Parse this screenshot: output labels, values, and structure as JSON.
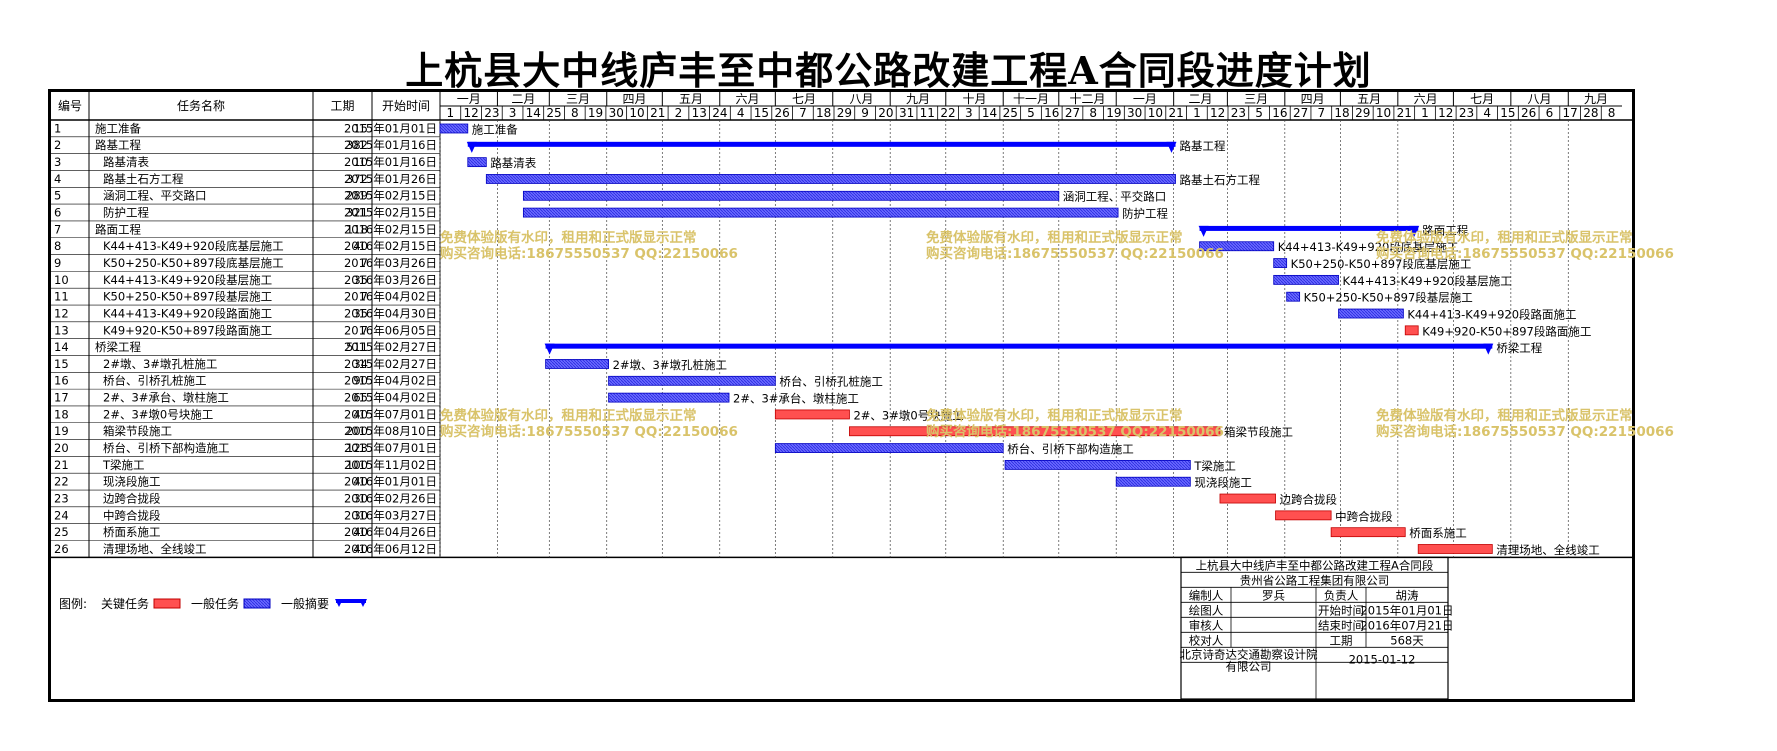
{
  "title": "上杭县大中线庐丰至中都公路改建工程A合同段进度计划",
  "colors": {
    "critical": "#ff5050",
    "normal": "#4040ff",
    "summary": "#0000ff",
    "critical_text": "#ff0000",
    "watermark": "#d9c36a"
  },
  "table_headers": [
    "编号",
    "任务名称",
    "工期",
    "开始时间"
  ],
  "timeline": {
    "months": [
      "一月",
      "二月",
      "三月",
      "四月",
      "五月",
      "六月",
      "七月",
      "八月",
      "九月",
      "十月",
      "十一月",
      "十二月",
      "一月",
      "二月",
      "三月",
      "四月",
      "五月",
      "六月",
      "七月",
      "八月",
      "九月"
    ],
    "days": [
      "1",
      "12",
      "23",
      "3",
      "14",
      "25",
      "8",
      "19",
      "30",
      "10",
      "21",
      "2",
      "13",
      "24",
      "4",
      "15",
      "26",
      "7",
      "18",
      "29",
      "9",
      "20",
      "31",
      "11",
      "22",
      "3",
      "14",
      "25",
      "5",
      "16",
      "27",
      "8",
      "19",
      "30",
      "10",
      "21",
      "1",
      "12",
      "23",
      "5",
      "16",
      "27",
      "7",
      "18",
      "29",
      "10",
      "21",
      "1",
      "12",
      "23",
      "4",
      "15",
      "26",
      "6",
      "17",
      "28",
      "8"
    ]
  },
  "chart_data": {
    "type": "gantt",
    "title": "上杭县大中线庐丰至中都公路改建工程A合同段进度计划",
    "time_range": [
      "2015-01-01",
      "2016-09-30"
    ],
    "tasks": [
      {
        "id": "1",
        "name": "施工准备",
        "duration": 15,
        "start": "2015年01月01日",
        "start_iso": "2015-01-01",
        "type": "normal",
        "level": 1
      },
      {
        "id": "2",
        "name": "路基工程",
        "duration": 382,
        "start": "2015年01月16日",
        "start_iso": "2015-01-16",
        "type": "summary",
        "level": 1
      },
      {
        "id": "3",
        "name": "路基清表",
        "duration": 10,
        "start": "2015年01月16日",
        "start_iso": "2015-01-16",
        "type": "normal",
        "level": 2
      },
      {
        "id": "4",
        "name": "路基土石方工程",
        "duration": 372,
        "start": "2015年01月26日",
        "start_iso": "2015-01-26",
        "type": "normal",
        "level": 2
      },
      {
        "id": "5",
        "name": "涵洞工程、平交路口",
        "duration": 289,
        "start": "2015年02月15日",
        "start_iso": "2015-02-15",
        "type": "normal",
        "level": 2
      },
      {
        "id": "6",
        "name": "防护工程",
        "duration": 321,
        "start": "2015年02月15日",
        "start_iso": "2015-02-15",
        "type": "normal",
        "level": 2
      },
      {
        "id": "7",
        "name": "路面工程",
        "duration": 118,
        "start": "2016年02月15日",
        "start_iso": "2016-02-15",
        "type": "summary",
        "level": 1
      },
      {
        "id": "8",
        "name": "K44+413-K49+920段底基层施工",
        "duration": 40,
        "start": "2016年02月15日",
        "start_iso": "2016-02-15",
        "type": "normal",
        "level": 2
      },
      {
        "id": "9",
        "name": "K50+250-K50+897段底基层施工",
        "duration": 7,
        "start": "2016年03月26日",
        "start_iso": "2016-03-26",
        "type": "normal",
        "level": 2
      },
      {
        "id": "10",
        "name": "K44+413-K49+920段基层施工",
        "duration": 35,
        "start": "2016年03月26日",
        "start_iso": "2016-03-26",
        "type": "normal",
        "level": 2
      },
      {
        "id": "11",
        "name": "K50+250-K50+897段基层施工",
        "duration": 7,
        "start": "2016年04月02日",
        "start_iso": "2016-04-02",
        "type": "normal",
        "level": 2
      },
      {
        "id": "12",
        "name": "K44+413-K49+920段路面施工",
        "duration": 35,
        "start": "2016年04月30日",
        "start_iso": "2016-04-30",
        "type": "normal",
        "level": 2
      },
      {
        "id": "13",
        "name": "K49+920-K50+897段路面施工",
        "duration": 7,
        "start": "2016年06月05日",
        "start_iso": "2016-06-05",
        "type": "critical",
        "level": 2
      },
      {
        "id": "14",
        "name": "桥梁工程",
        "duration": 511,
        "start": "2015年02月27日",
        "start_iso": "2015-02-27",
        "type": "summary",
        "level": 1
      },
      {
        "id": "15",
        "name": "2#墩、3#墩孔桩施工",
        "duration": 34,
        "start": "2015年02月27日",
        "start_iso": "2015-02-27",
        "type": "normal",
        "level": 2
      },
      {
        "id": "16",
        "name": "桥台、引桥孔桩施工",
        "duration": 90,
        "start": "2015年04月02日",
        "start_iso": "2015-04-02",
        "type": "normal",
        "level": 2
      },
      {
        "id": "17",
        "name": "2#、3#承台、墩柱施工",
        "duration": 65,
        "start": "2015年04月02日",
        "start_iso": "2015-04-02",
        "type": "normal",
        "level": 2
      },
      {
        "id": "18",
        "name": "2#、3#墩0号块施工",
        "duration": 40,
        "start": "2015年07月01日",
        "start_iso": "2015-07-01",
        "type": "critical",
        "level": 2
      },
      {
        "id": "19",
        "name": "箱梁节段施工",
        "duration": 200,
        "start": "2015年08月10日",
        "start_iso": "2015-08-10",
        "type": "critical",
        "level": 2
      },
      {
        "id": "20",
        "name": "桥台、引桥下部构造施工",
        "duration": 123,
        "start": "2015年07月01日",
        "start_iso": "2015-07-01",
        "type": "normal",
        "level": 2
      },
      {
        "id": "21",
        "name": "T梁施工",
        "duration": 100,
        "start": "2015年11月02日",
        "start_iso": "2015-11-02",
        "type": "normal",
        "level": 2
      },
      {
        "id": "22",
        "name": "现浇段施工",
        "duration": 40,
        "start": "2016年01月01日",
        "start_iso": "2016-01-01",
        "type": "normal",
        "level": 2
      },
      {
        "id": "23",
        "name": "边跨合拢段",
        "duration": 30,
        "start": "2016年02月26日",
        "start_iso": "2016-02-26",
        "type": "critical",
        "level": 2
      },
      {
        "id": "24",
        "name": "中跨合拢段",
        "duration": 30,
        "start": "2016年03月27日",
        "start_iso": "2016-03-27",
        "type": "critical",
        "level": 2
      },
      {
        "id": "25",
        "name": "桥面系施工",
        "duration": 40,
        "start": "2016年04月26日",
        "start_iso": "2016-04-26",
        "type": "critical",
        "level": 2
      },
      {
        "id": "26",
        "name": "清理场地、全线竣工",
        "duration": 40,
        "start": "2016年06月12日",
        "start_iso": "2016-06-12",
        "type": "critical",
        "level": 2
      }
    ],
    "legend": {
      "label": "图例:",
      "items": [
        "关键任务",
        "一般任务",
        "一般摘要"
      ]
    }
  },
  "watermark": {
    "line1": "免费体验版有水印，租用和正式版显示正常",
    "line2": "购买咨询电话:18675550537 QQ:22150066"
  },
  "info_block": {
    "project": "上杭县大中线庐丰至中都公路改建工程A合同段",
    "company": "贵州省公路工程集团有限公司",
    "rows": [
      [
        "编制人",
        "罗兵",
        "负责人",
        "胡涛"
      ],
      [
        "绘图人",
        "",
        "开始时间",
        "2015年01月01日"
      ],
      [
        "审核人",
        "",
        "结束时间",
        "2016年07月21日"
      ],
      [
        "校对人",
        "",
        "工期",
        "568天"
      ]
    ],
    "designer": "北京诗奇达交通勘察设计院有限公司",
    "date": "2015-01-12"
  }
}
